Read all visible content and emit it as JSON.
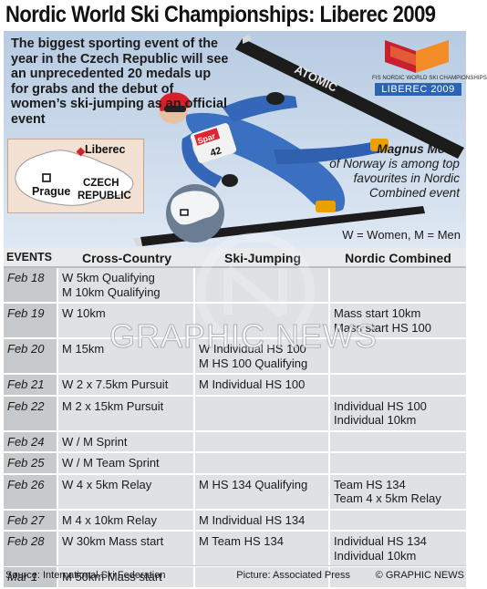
{
  "title": "Nordic World Ski Championships: Liberec 2009",
  "intro": "The biggest sporting event of the year in the Czech Republic will see an unprecedented 20 medals up for grabs and the debut of women’s ski-jumping as an official event",
  "logo": {
    "caption": "FIS NORDIC WORLD SKI CHAMPIONSHIPS",
    "name": "LIBEREC 2009",
    "colors": [
      "#c8202e",
      "#f28c28",
      "#2b63b7"
    ]
  },
  "map": {
    "city_1": "Liberec",
    "city_2": "Prague",
    "country_line_1": "CZECH",
    "country_line_2": "REPUBLIC"
  },
  "photo": {
    "ski_brand": "ATOMIC",
    "bib_number": "42",
    "bib_sponsor": "Spar"
  },
  "caption": {
    "name": "Magnus Moan",
    "text": "of Norway is among top favourites in Nordic Combined event"
  },
  "key": "W = Women, M = Men",
  "table": {
    "headers": [
      "EVENTS",
      "Cross-Country",
      "Ski-Jumping",
      "Nordic Combined"
    ],
    "rows": [
      {
        "date": "Feb 18",
        "cc": [
          "W 5km Qualifying",
          "M 10km Qualifying"
        ],
        "sj": [],
        "nc": []
      },
      {
        "date": "Feb 19",
        "cc": [
          "W 10km"
        ],
        "sj": [],
        "nc": [
          "Mass start 10km",
          "Mass start HS 100"
        ]
      },
      {
        "date": "Feb 20",
        "cc": [
          "M 15km"
        ],
        "sj": [
          "W Individual HS 100",
          "M HS 100 Qualifying"
        ],
        "nc": []
      },
      {
        "date": "Feb 21",
        "cc": [
          "W 2 x 7.5km Pursuit"
        ],
        "sj": [
          "M Individual HS 100"
        ],
        "nc": []
      },
      {
        "date": "Feb 22",
        "cc": [
          "M 2 x 15km Pursuit"
        ],
        "sj": [],
        "nc": [
          "Individual HS 100",
          "Individual 10km"
        ]
      },
      {
        "date": "Feb 24",
        "cc": [
          "W / M Sprint"
        ],
        "sj": [],
        "nc": []
      },
      {
        "date": "Feb 25",
        "cc": [
          "W / M Team Sprint"
        ],
        "sj": [],
        "nc": []
      },
      {
        "date": "Feb 26",
        "cc": [
          "W 4 x 5km Relay"
        ],
        "sj": [
          "M HS 134 Qualifying"
        ],
        "nc": [
          "Team HS 134",
          "Team 4 x 5km Relay"
        ]
      },
      {
        "date": "Feb 27",
        "cc": [
          "M 4 x 10km Relay"
        ],
        "sj": [
          "M Individual HS 134"
        ],
        "nc": []
      },
      {
        "date": "Feb 28",
        "cc": [
          "W 30km Mass start"
        ],
        "sj": [
          "M Team HS 134"
        ],
        "nc": [
          "Individual HS 134",
          "Individual 10km"
        ]
      },
      {
        "date": "Mar 1",
        "cc": [
          "M 50km Mass start"
        ],
        "sj": [],
        "nc": []
      }
    ]
  },
  "watermark": "GRAPHIC NEWS",
  "footer": {
    "source": "Source: International Ski Federation",
    "picture": "Picture: Associated Press",
    "credit": "© GRAPHIC NEWS"
  }
}
